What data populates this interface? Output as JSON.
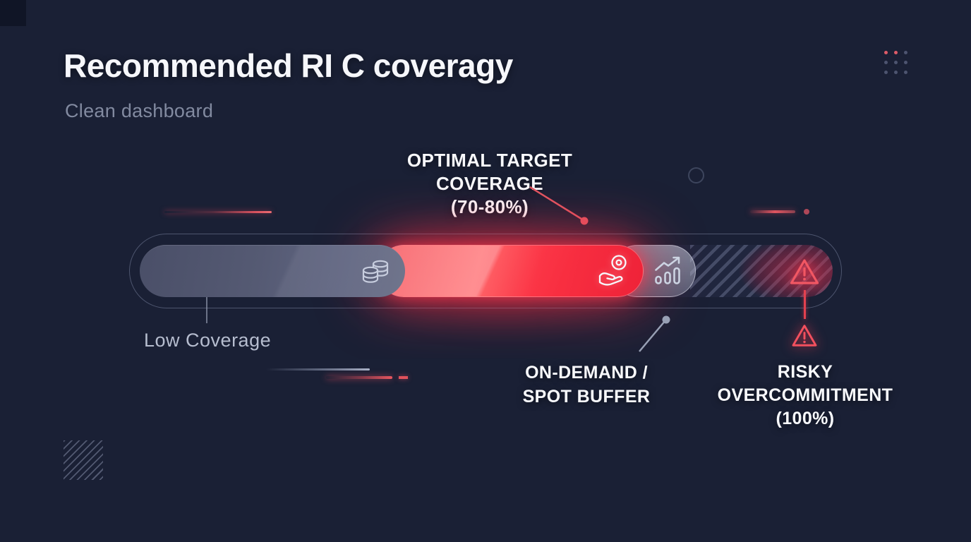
{
  "header": {
    "title": "Recommended RI C coveragy",
    "subtitle": "Clean dashboard"
  },
  "callouts": {
    "optimal": {
      "line1": "OPTIMAL TARGET",
      "line2": "COVERAGE",
      "line3": "(70-80%)"
    },
    "low_coverage": {
      "label": "Low Coverage"
    },
    "buffer": {
      "line1": "ON-DEMAND /",
      "line2": "SPOT BUFFER"
    },
    "risky": {
      "line1": "RISKY",
      "line2": "OVERCOMMITMENT",
      "line3": "(100%)"
    }
  },
  "chart_data": {
    "type": "segmented-gauge",
    "title": "Recommended RI C coveragy",
    "subtitle": "Clean dashboard",
    "segments": [
      {
        "label": "Low Coverage",
        "icon": "coins-icon",
        "color": "#5a5f78",
        "style": "solid-gray"
      },
      {
        "label": "Optimal Target Coverage (70-80%)",
        "icon": "hand-coin-icon",
        "color": "#fa3142",
        "style": "glowing-red"
      },
      {
        "label": "On-Demand / Spot Buffer",
        "icon": "growth-chart-icon",
        "color": "#b3bacb",
        "style": "translucent-gray"
      },
      {
        "label": "Risky Overcommitment (100%)",
        "icon": "warning-icon",
        "color": "#ee4554",
        "style": "hatched-dark-red"
      }
    ]
  },
  "colors": {
    "background": "#1a2035",
    "accent_red": "#fa3142",
    "warning_red": "#ee4554",
    "muted_text": "#828aa0",
    "light_text": "#b6bdcf",
    "white_text": "#f8f9fc"
  }
}
